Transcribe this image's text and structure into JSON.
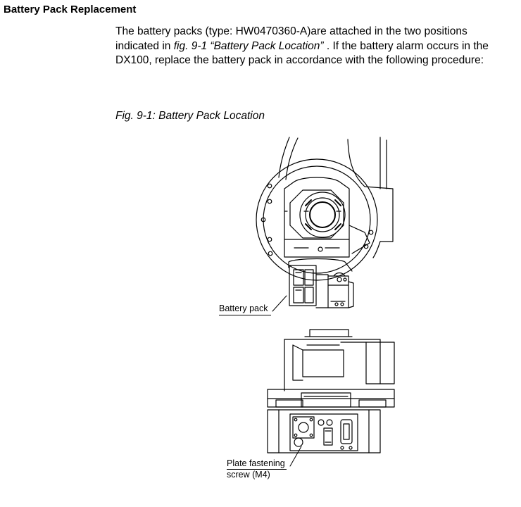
{
  "heading": "Battery Pack Replacement",
  "paragraph": {
    "p1": "The battery packs  (type: HW0470360-A)are attached in the two positions indicated in ",
    "ref_fig": "fig. 9-1",
    "p2": "  “Battery Pack Location”",
    "p3": " .  If the battery alarm occurs in the DX100, replace the battery pack in accordance with the following procedure:"
  },
  "figure": {
    "caption": "Fig. 9-1: Battery Pack Location",
    "callouts": {
      "battery_pack": "Battery pack",
      "plate_screw_line1": "Plate fastening",
      "plate_screw_line2": "screw (M4)"
    }
  }
}
